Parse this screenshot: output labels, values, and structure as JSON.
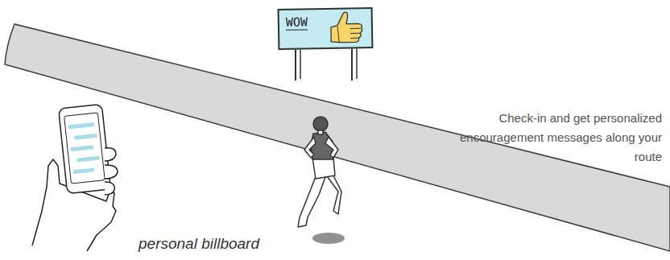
{
  "diagram": {
    "nodes": [
      {
        "text": [
          "WOW"
        ]
      }
    ],
    "labels": [
      "Check-in and get personalized encouragement messages along your route",
      "personal billboard"
    ]
  }
}
